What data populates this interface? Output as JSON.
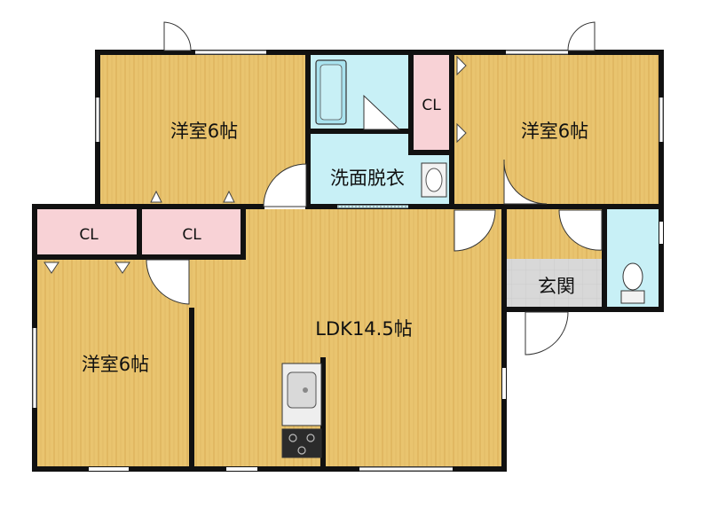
{
  "rooms": {
    "western_room_top_left": "洋室6帖",
    "western_room_top_right": "洋室6帖",
    "western_room_bottom_left": "洋室6帖",
    "ldk": "LDK14.5帖",
    "washroom": "洗面脱衣",
    "entrance": "玄関"
  },
  "closets": {
    "center": "CL",
    "left_1": "CL",
    "left_2": "CL"
  },
  "colors": {
    "floor_wood": "#e9c46f",
    "floor_stripe": "#d9ad55",
    "wet_area": "#c8f0f6",
    "closet": "#f8d2d6",
    "entrance_tile": "#d8d8d8",
    "wall": "#111111"
  },
  "icons": [
    "bathtub-icon",
    "wash-basin-icon",
    "toilet-icon",
    "kitchen-sink-icon",
    "stove-icon",
    "door-swing-icon",
    "window-icon"
  ]
}
